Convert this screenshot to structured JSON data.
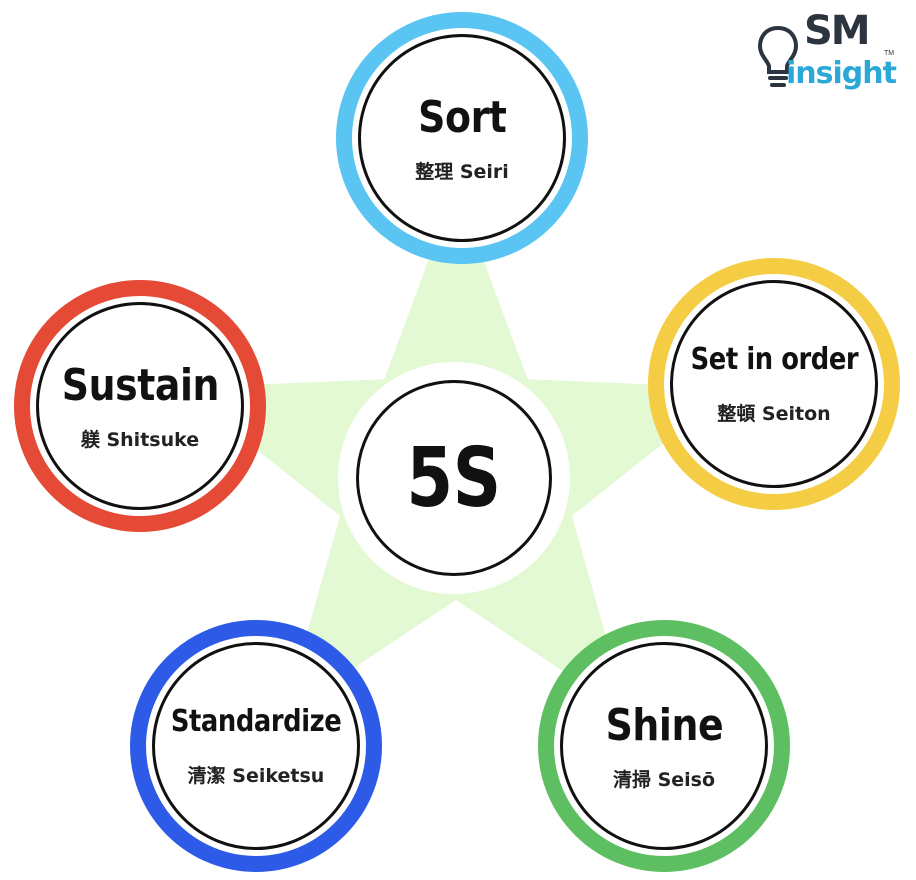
{
  "center": {
    "title": "5S"
  },
  "nodes": [
    {
      "key": "sort",
      "title": "Sort",
      "subtitle": "整理 Seiri",
      "color": "#5ac5f3"
    },
    {
      "key": "set",
      "title": "Set in order",
      "subtitle": "整頓 Seiton",
      "color": "#f5cd45"
    },
    {
      "key": "shine",
      "title": "Shine",
      "subtitle": "清掃 Seisō",
      "color": "#5dbf61"
    },
    {
      "key": "standard",
      "title": "Standardize",
      "subtitle": "清潔 Seiketsu",
      "color": "#2d5be8"
    },
    {
      "key": "sustain",
      "title": "Sustain",
      "subtitle": "躾 Shitsuke",
      "color": "#e54a37"
    }
  ],
  "star_color": "#e3f9d3",
  "logo": {
    "sm": "SM",
    "insight": "insight",
    "tm": "TM"
  }
}
